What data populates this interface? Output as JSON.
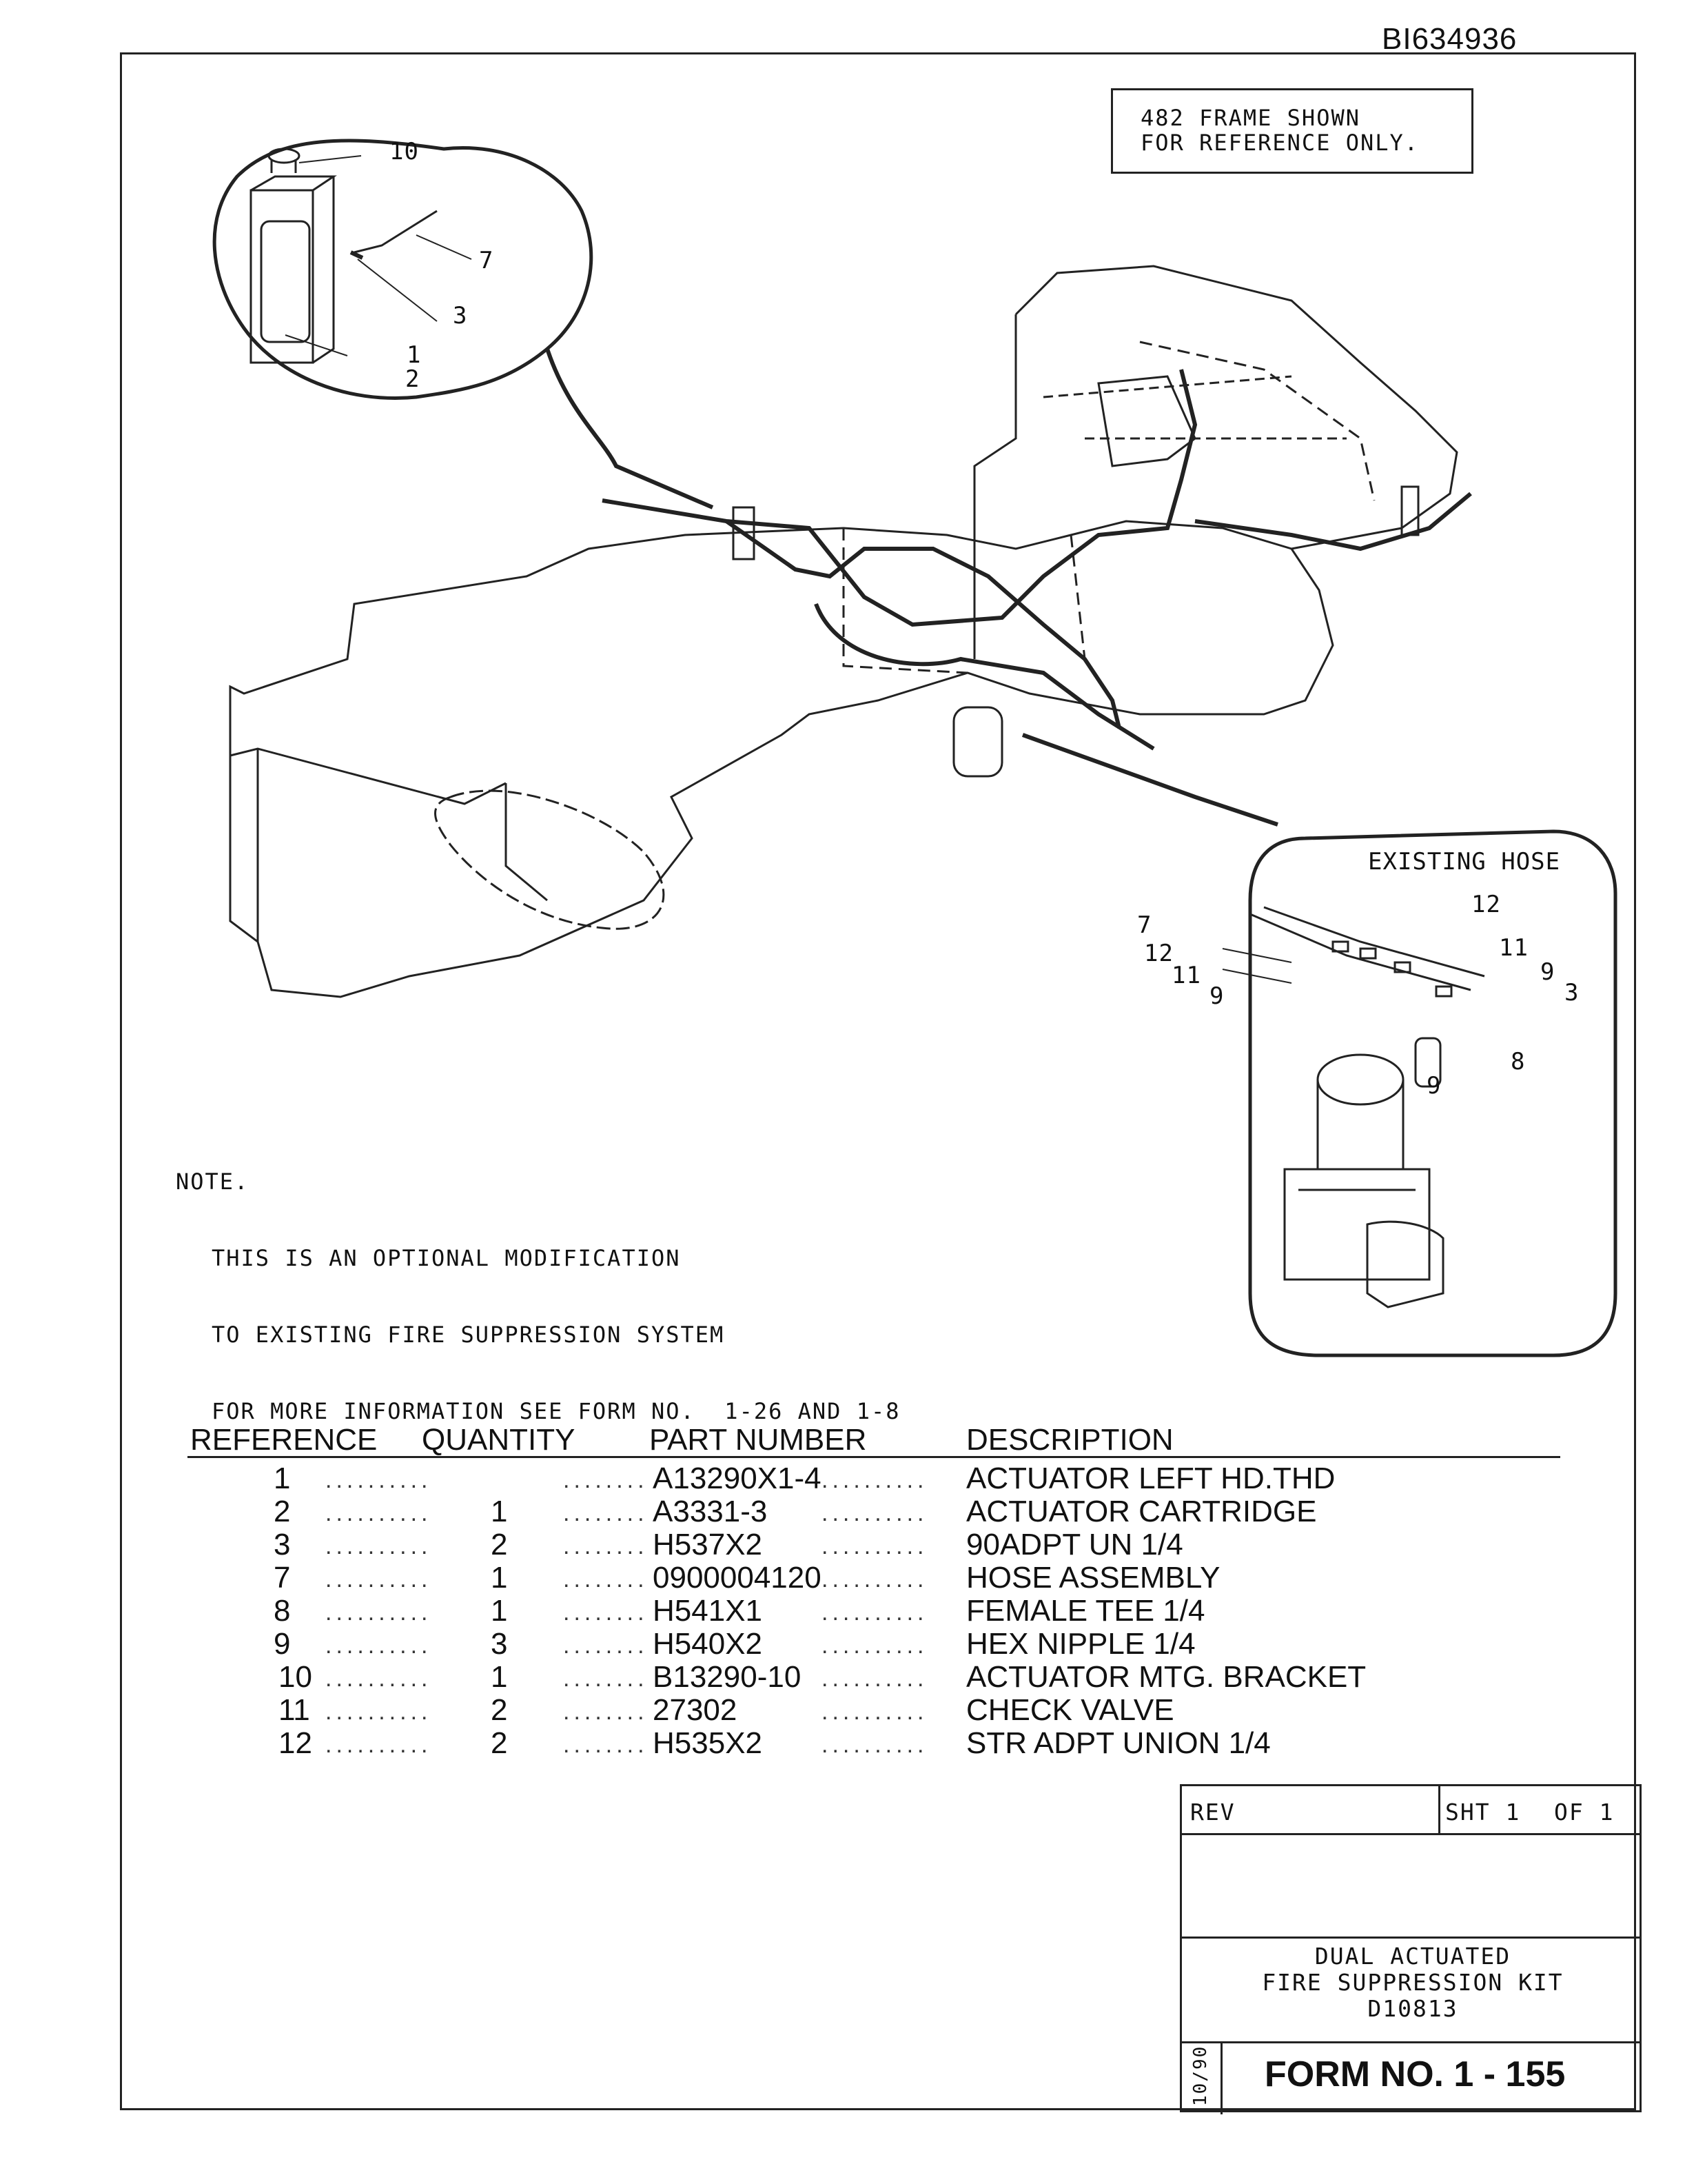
{
  "doc_id": "BI634936",
  "reference_note": [
    "482 FRAME SHOWN",
    "FOR REFERENCE ONLY."
  ],
  "callouts": {
    "top_detail": [
      "10",
      "7",
      "3",
      "1",
      "2"
    ],
    "bottom_detail": {
      "existing_hose": "EXISTING HOSE",
      "labels": [
        "12",
        "7",
        "12",
        "11",
        "11",
        "9",
        "9",
        "3",
        "8",
        "9"
      ]
    }
  },
  "note": {
    "heading": "NOTE.",
    "lines": [
      "THIS IS AN OPTIONAL MODIFICATION",
      "TO EXISTING FIRE SUPPRESSION SYSTEM",
      "FOR MORE INFORMATION SEE FORM NO.  1-26 AND 1-8"
    ]
  },
  "parts_table": {
    "headers": [
      "REFERENCE",
      "QUANTITY",
      "PART NUMBER",
      "DESCRIPTION"
    ],
    "rows": [
      {
        "ref": "1",
        "qty": "",
        "part": "A13290X1-4",
        "desc": "ACTUATOR LEFT HD.THD"
      },
      {
        "ref": "2",
        "qty": "1",
        "part": "A3331-3",
        "desc": "ACTUATOR CARTRIDGE"
      },
      {
        "ref": "3",
        "qty": "2",
        "part": "H537X2",
        "desc": "90ADPT UN 1/4"
      },
      {
        "ref": "7",
        "qty": "1",
        "part": "0900004120",
        "desc": "HOSE ASSEMBLY"
      },
      {
        "ref": "8",
        "qty": "1",
        "part": "H541X1",
        "desc": "FEMALE TEE 1/4"
      },
      {
        "ref": "9",
        "qty": "3",
        "part": "H540X2",
        "desc": "HEX NIPPLE 1/4"
      },
      {
        "ref": "10",
        "qty": "1",
        "part": "B13290-10",
        "desc": "ACTUATOR MTG. BRACKET"
      },
      {
        "ref": "11",
        "qty": "2",
        "part": "27302",
        "desc": "CHECK VALVE"
      },
      {
        "ref": "12",
        "qty": "2",
        "part": "H535X2",
        "desc": "STR ADPT UNION 1/4"
      }
    ]
  },
  "title_block": {
    "rev_label": "REV",
    "sheet": "SHT 1",
    "of": "OF 1",
    "title_lines": [
      "DUAL ACTUATED",
      "FIRE SUPPRESSION KIT",
      "D10813"
    ],
    "date": "10/90",
    "form_no": "FORM NO.  1 - 155"
  }
}
